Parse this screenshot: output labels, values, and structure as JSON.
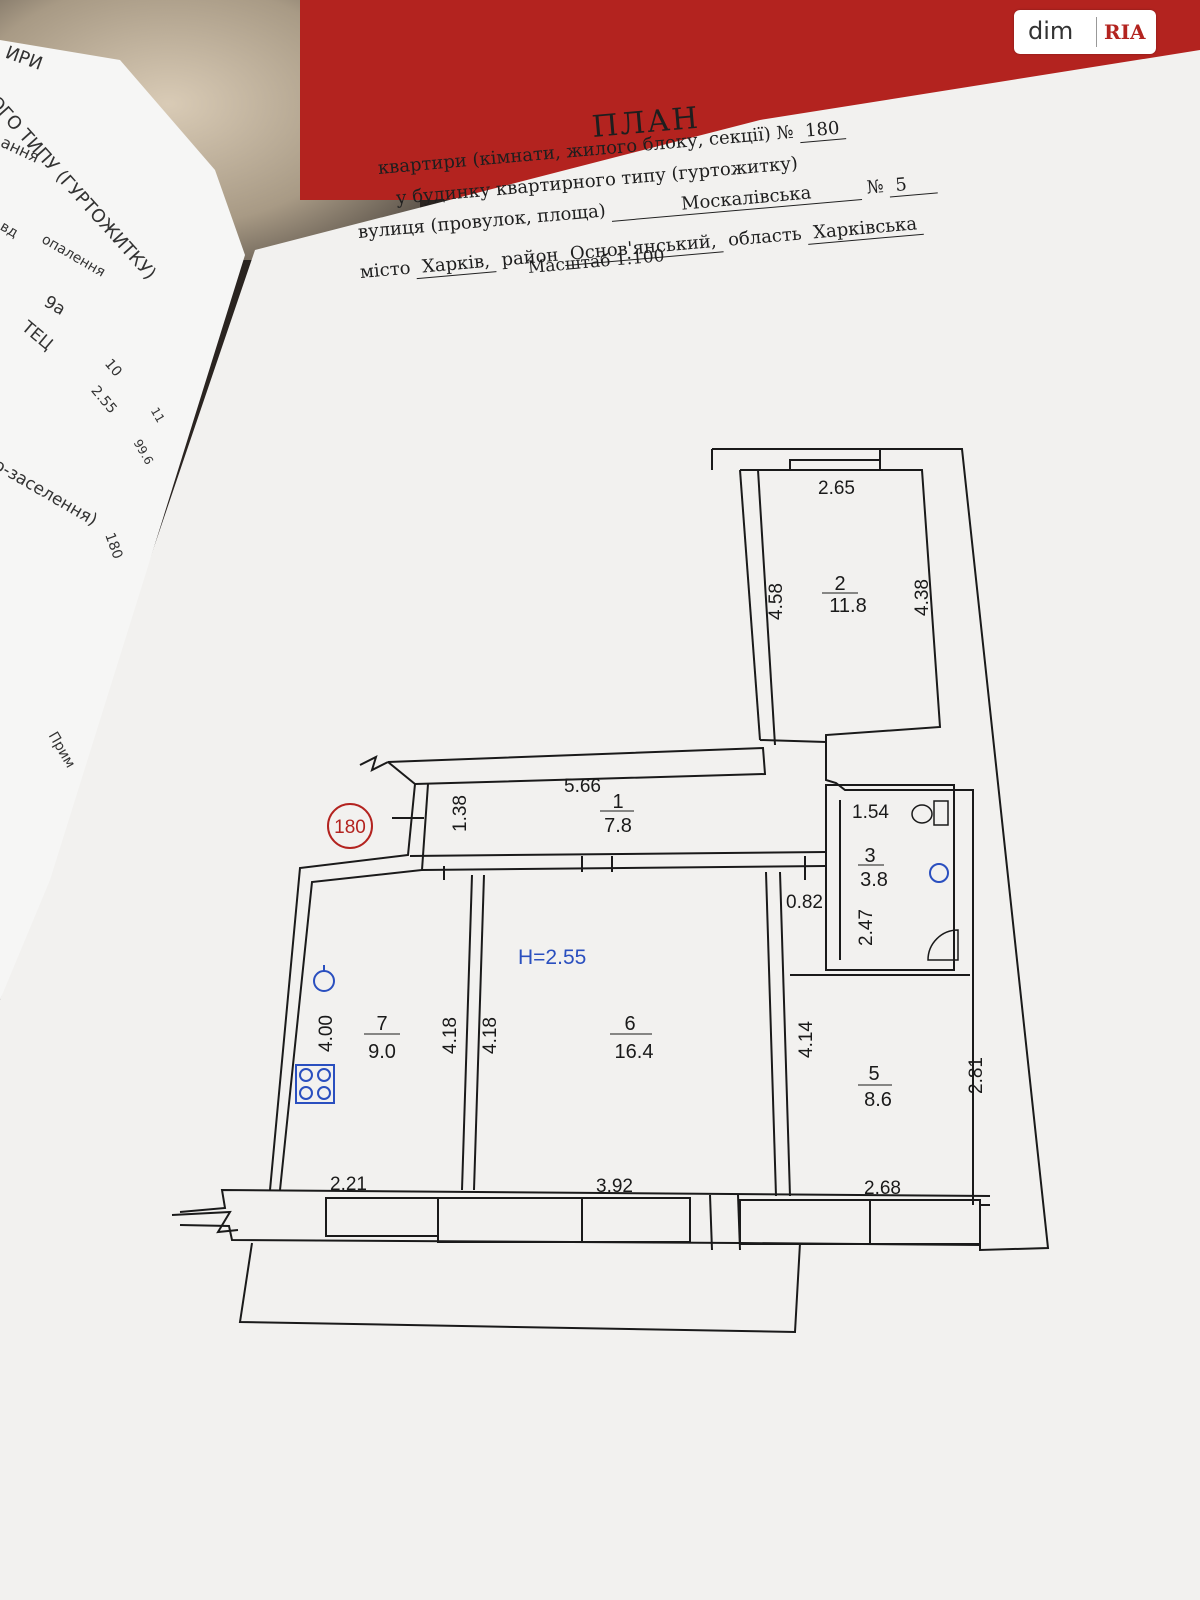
{
  "logo": {
    "dim": "dim",
    "ria": "RIA"
  },
  "header": {
    "title": "ПЛАН",
    "line1_prefix": "квартири (кімнати, жилого блоку, секції) №",
    "line1_number": "180",
    "line2": "у будинку квартирного типу (гуртожитку)",
    "street_prefix": "вулиця (провулок, площа)",
    "street": "Москалівська",
    "house_prefix": "№",
    "house": "5",
    "city_prefix": "місто",
    "city": "Харків,",
    "district_prefix": "район",
    "district": "Основ'янський,",
    "region_prefix": "область",
    "region": "Харківська",
    "scale": "Масштаб 1:100"
  },
  "left_page": {
    "lines": [
      "ИРИ",
      "ОГО ТИПУ (ГУРТОЖИТКУ)",
      "ання",
      "вд",
      "опалення",
      "9а",
      "ТЕЦ",
      "10",
      "2.55",
      "11",
      "99.6",
      "о-заселення)",
      "180",
      "Прим"
    ]
  },
  "plan": {
    "apartment_marker": "180",
    "height": "H=2.55",
    "rooms": [
      {
        "number": "1",
        "area": "7.8"
      },
      {
        "number": "2",
        "area": "11.8"
      },
      {
        "number": "3",
        "area": "3.8"
      },
      {
        "number": "5",
        "area": "8.6"
      },
      {
        "number": "6",
        "area": "16.4"
      },
      {
        "number": "7",
        "area": "9.0"
      }
    ],
    "dimensions": [
      "2.65",
      "4.58",
      "4.38",
      "5.66",
      "1.38",
      "1.54",
      "0.82",
      "2.47",
      "4.18",
      "4.18",
      "4.14",
      "2.81",
      "4.00",
      "2.21",
      "3.92",
      "2.68"
    ]
  }
}
